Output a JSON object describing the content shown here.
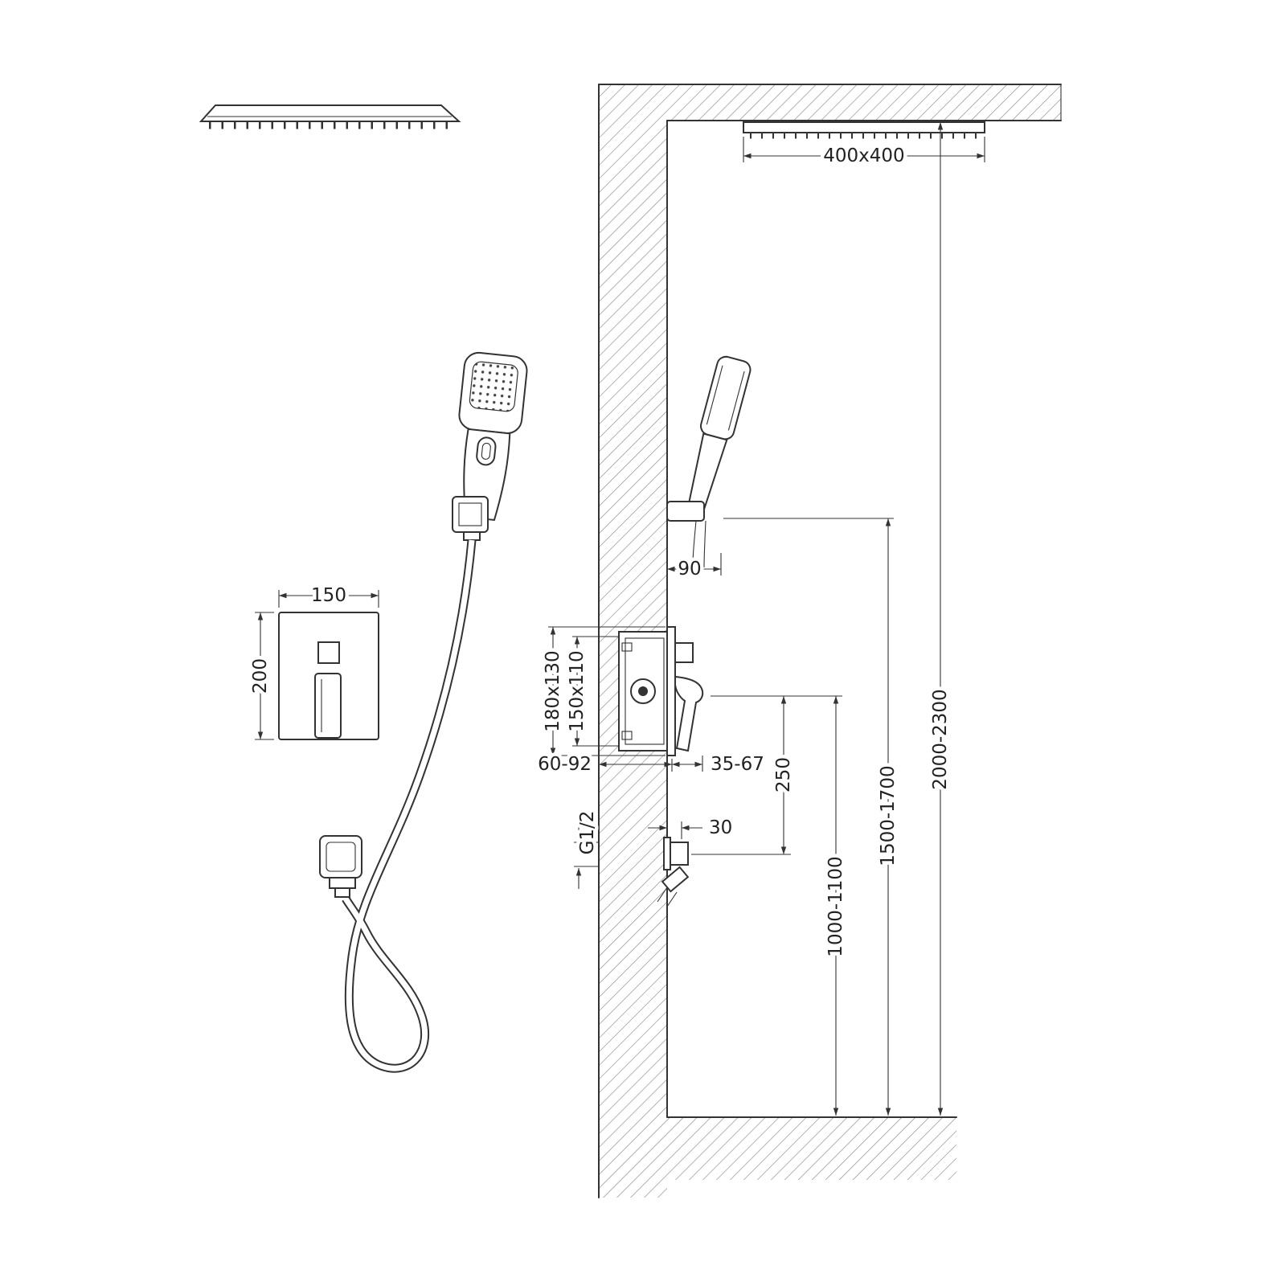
{
  "meta": {
    "ink_color": "#333333",
    "background": "#ffffff"
  },
  "diagram": {
    "kind": "shower-system-installation-drawing",
    "labels": {
      "rain_head_size": "400x400",
      "holder_offset": "90",
      "rough_in_outer": "180x130",
      "rough_in_inner": "150x110",
      "rough_in_depth": "60-92",
      "trim_depth": "35-67",
      "outlet_drop": "250",
      "mixer_height": "1000-1100",
      "holder_height": "1500-1700",
      "head_height": "2000-2300",
      "plate_width": "150",
      "plate_height": "200",
      "outlet_offset": "30",
      "thread_size": "G1/2"
    }
  }
}
